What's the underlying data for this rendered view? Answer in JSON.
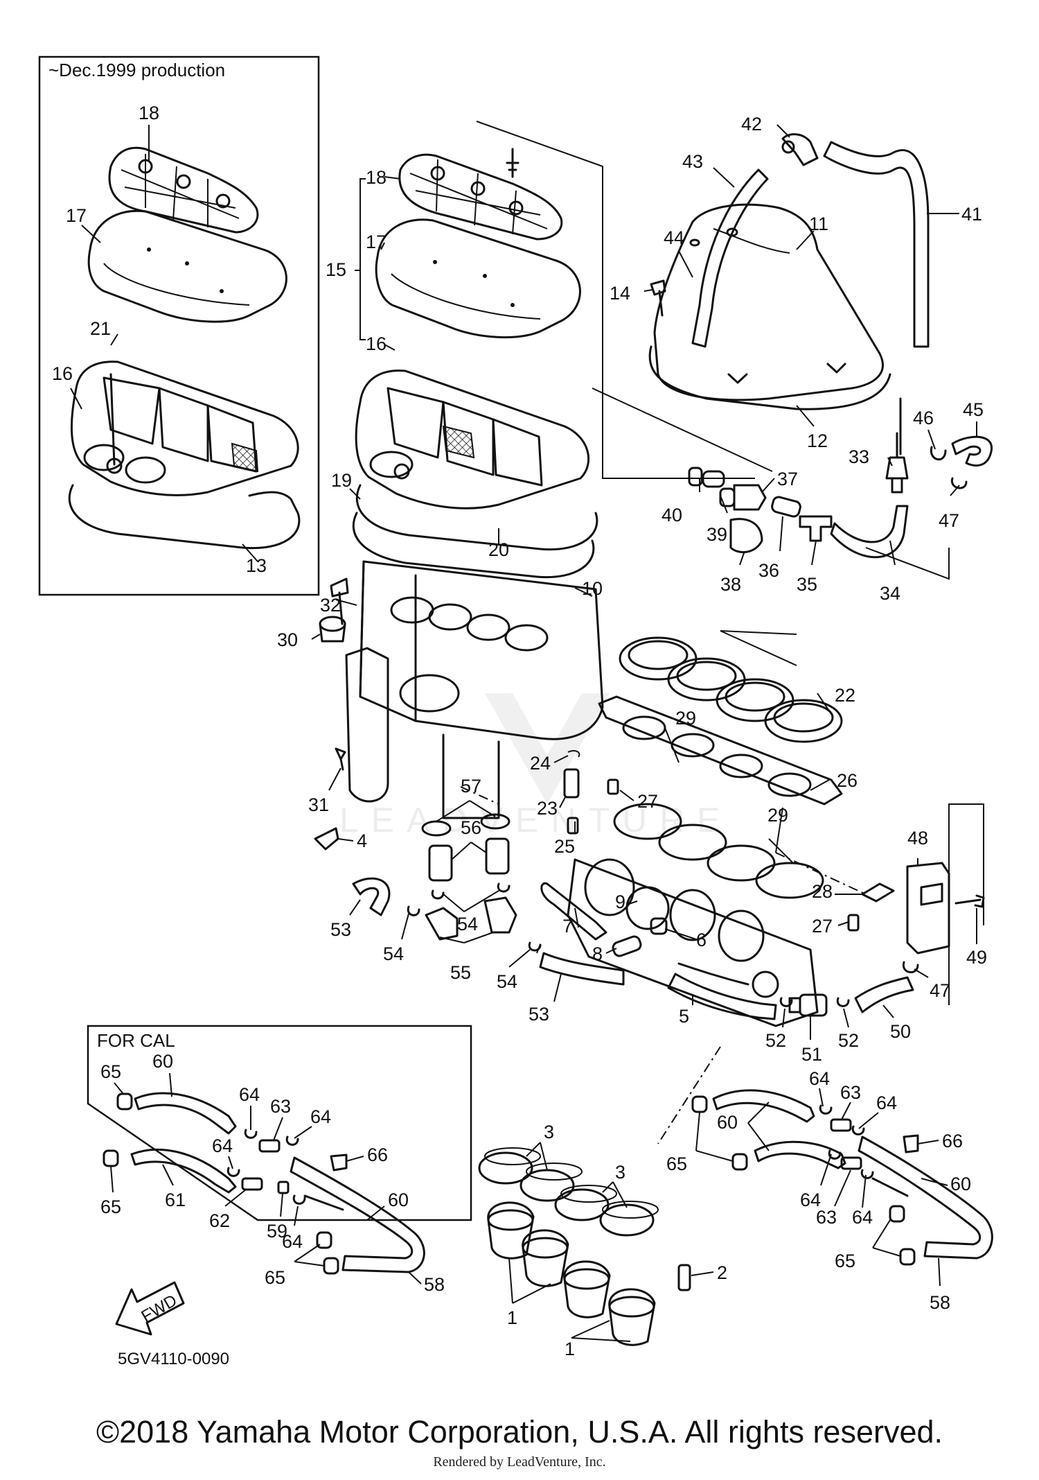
{
  "inset_top": {
    "title": "~Dec.1999 production"
  },
  "inset_cal": {
    "title": "FOR CAL"
  },
  "watermark": "LEADVENTURE",
  "fwd_label": "FWD",
  "diagram_code": "5GV4110-0090",
  "copyright": "©2018 Yamaha Motor Corporation, U.S.A. All rights reserved.",
  "rendered_by": "Rendered by LeadVenture, Inc.",
  "callouts": [
    {
      "id": "c1",
      "text": "18"
    },
    {
      "id": "c2",
      "text": "17"
    },
    {
      "id": "c3",
      "text": "21"
    },
    {
      "id": "c4",
      "text": "16"
    },
    {
      "id": "c5",
      "text": "13"
    },
    {
      "id": "c6",
      "text": "18"
    },
    {
      "id": "c7",
      "text": "17"
    },
    {
      "id": "c8",
      "text": "15"
    },
    {
      "id": "c9",
      "text": "16"
    },
    {
      "id": "c10",
      "text": "19"
    },
    {
      "id": "c11",
      "text": "20"
    },
    {
      "id": "c12",
      "text": "42"
    },
    {
      "id": "c13",
      "text": "43"
    },
    {
      "id": "c14",
      "text": "11"
    },
    {
      "id": "c15",
      "text": "41"
    },
    {
      "id": "c16",
      "text": "44"
    },
    {
      "id": "c17",
      "text": "14"
    },
    {
      "id": "c18",
      "text": "12"
    },
    {
      "id": "c19",
      "text": "45"
    },
    {
      "id": "c20",
      "text": "46"
    },
    {
      "id": "c21",
      "text": "33"
    },
    {
      "id": "c22",
      "text": "47"
    },
    {
      "id": "c23",
      "text": "37"
    },
    {
      "id": "c24",
      "text": "40"
    },
    {
      "id": "c25",
      "text": "39"
    },
    {
      "id": "c26",
      "text": "36"
    },
    {
      "id": "c27",
      "text": "35"
    },
    {
      "id": "c28",
      "text": "34"
    },
    {
      "id": "c29",
      "text": "38"
    },
    {
      "id": "c30",
      "text": "32"
    },
    {
      "id": "c31",
      "text": "10"
    },
    {
      "id": "c32",
      "text": "30"
    },
    {
      "id": "c33",
      "text": "31"
    },
    {
      "id": "c34",
      "text": "22"
    },
    {
      "id": "c35",
      "text": "27"
    },
    {
      "id": "c36",
      "text": "24"
    },
    {
      "id": "c37",
      "text": "29"
    },
    {
      "id": "c38",
      "text": "23"
    },
    {
      "id": "c39",
      "text": "26"
    },
    {
      "id": "c40",
      "text": "25"
    },
    {
      "id": "c41",
      "text": "57"
    },
    {
      "id": "c42",
      "text": "56"
    },
    {
      "id": "c43",
      "text": "4"
    },
    {
      "id": "c44",
      "text": "29"
    },
    {
      "id": "c45",
      "text": "48"
    },
    {
      "id": "c46",
      "text": "28"
    },
    {
      "id": "c47",
      "text": "27"
    },
    {
      "id": "c48",
      "text": "9"
    },
    {
      "id": "c49",
      "text": "49"
    },
    {
      "id": "c50",
      "text": "53"
    },
    {
      "id": "c51",
      "text": "54"
    },
    {
      "id": "c52",
      "text": "54"
    },
    {
      "id": "c53",
      "text": "7"
    },
    {
      "id": "c54",
      "text": "6"
    },
    {
      "id": "c55",
      "text": "8"
    },
    {
      "id": "c56",
      "text": "55"
    },
    {
      "id": "c57",
      "text": "54"
    },
    {
      "id": "c58",
      "text": "47"
    },
    {
      "id": "c59",
      "text": "53"
    },
    {
      "id": "c60",
      "text": "5"
    },
    {
      "id": "c61",
      "text": "52"
    },
    {
      "id": "c62",
      "text": "51"
    },
    {
      "id": "c63",
      "text": "52"
    },
    {
      "id": "c64",
      "text": "50"
    },
    {
      "id": "c65",
      "text": "60"
    },
    {
      "id": "c66",
      "text": "65"
    },
    {
      "id": "c67",
      "text": "64"
    },
    {
      "id": "c68",
      "text": "63"
    },
    {
      "id": "c69",
      "text": "64"
    },
    {
      "id": "c70",
      "text": "66"
    },
    {
      "id": "c71",
      "text": "64"
    },
    {
      "id": "c72",
      "text": "65"
    },
    {
      "id": "c73",
      "text": "61"
    },
    {
      "id": "c74",
      "text": "62"
    },
    {
      "id": "c75",
      "text": "59"
    },
    {
      "id": "c76",
      "text": "64"
    },
    {
      "id": "c77",
      "text": "60"
    },
    {
      "id": "c78",
      "text": "65"
    },
    {
      "id": "c79",
      "text": "58"
    },
    {
      "id": "c80",
      "text": "3"
    },
    {
      "id": "c81",
      "text": "3"
    },
    {
      "id": "c82",
      "text": "2"
    },
    {
      "id": "c83",
      "text": "1"
    },
    {
      "id": "c84",
      "text": "1"
    },
    {
      "id": "c85",
      "text": "64"
    },
    {
      "id": "c86",
      "text": "63"
    },
    {
      "id": "c87",
      "text": "64"
    },
    {
      "id": "c88",
      "text": "60"
    },
    {
      "id": "c89",
      "text": "66"
    },
    {
      "id": "c90",
      "text": "65"
    },
    {
      "id": "c91",
      "text": "64"
    },
    {
      "id": "c92",
      "text": "60"
    },
    {
      "id": "c93",
      "text": "63"
    },
    {
      "id": "c94",
      "text": "64"
    },
    {
      "id": "c95",
      "text": "65"
    },
    {
      "id": "c96",
      "text": "58"
    }
  ]
}
